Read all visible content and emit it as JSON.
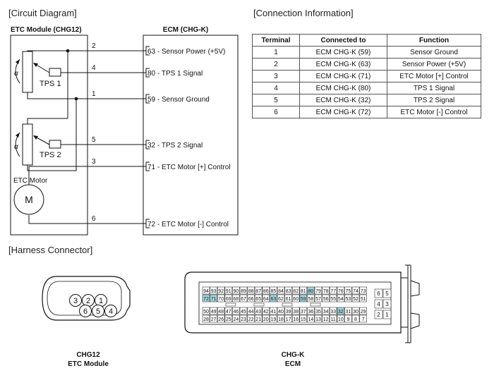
{
  "titles": {
    "circuit": "[Circuit Diagram]",
    "connection": "[Connection Information]",
    "harness": "[Harness Connector]"
  },
  "etc_module": {
    "title": "ETC Module (CHG12)",
    "tps1": "TPS 1",
    "tps2": "TPS 2",
    "alpha": "α",
    "motor_label": "ETC Motor",
    "motor_symbol": "M"
  },
  "ecm": {
    "title": "ECM (CHG-K)",
    "pins": [
      {
        "module_pin": "2",
        "text": "63 - Sensor Power (+5V)"
      },
      {
        "module_pin": "4",
        "text": "80 - TPS 1 Signal"
      },
      {
        "module_pin": "1",
        "text": "59 - Sensor Ground"
      },
      {
        "module_pin": "5",
        "text": "32 - TPS 2 Signal"
      },
      {
        "module_pin": "3",
        "text": "71 - ETC Motor [+] Control"
      },
      {
        "module_pin": "6",
        "text": "72 - ETC Motor [-] Control"
      }
    ]
  },
  "table": {
    "headers": [
      "Terminal",
      "Connected to",
      "Function"
    ],
    "rows": [
      [
        "1",
        "ECM CHG-K (59)",
        "Sensor Ground"
      ],
      [
        "2",
        "ECM CHG-K (63)",
        "Sensor Power (+5V)"
      ],
      [
        "3",
        "ECM CHG-K (71)",
        "ETC Motor [+] Control"
      ],
      [
        "4",
        "ECM CHG-K (80)",
        "TPS 1 Signal"
      ],
      [
        "5",
        "ECM CHG-K (32)",
        "TPS 2 Signal"
      ],
      [
        "6",
        "ECM CHG-K (72)",
        "ETC Motor [-] Control"
      ]
    ]
  },
  "chg12": {
    "top_pins": [
      "3",
      "2",
      "1"
    ],
    "bottom_pins": [
      "6",
      "5",
      "4"
    ],
    "caption_line1": "CHG12",
    "caption_line2": "ETC Module"
  },
  "chgk": {
    "row1": [
      "94",
      "93",
      "92",
      "91",
      "90",
      "89",
      "88",
      "87",
      "86",
      "85",
      "84",
      "83",
      "82",
      "81",
      "80",
      "79",
      "78",
      "77",
      "76",
      "75",
      "74",
      "73"
    ],
    "row2": [
      "72",
      "71",
      "70",
      "69",
      "68",
      "67",
      "66",
      "65",
      "64",
      "63",
      "62",
      "61",
      "60",
      "59",
      "58",
      "57",
      "56",
      "55",
      "54",
      "53",
      "52",
      "51"
    ],
    "row3": [
      "50",
      "49",
      "48",
      "47",
      "46",
      "45",
      "44",
      "43",
      "42",
      "41",
      "40",
      "39",
      "38",
      "37",
      "36",
      "35",
      "34",
      "33",
      "32",
      "31",
      "30",
      "29"
    ],
    "row4": [
      "28",
      "27",
      "26",
      "25",
      "24",
      "23",
      "22",
      "21",
      "20",
      "19",
      "18",
      "17",
      "16",
      "15",
      "14",
      "13",
      "12",
      "11",
      "10",
      "9",
      "8",
      "7"
    ],
    "side_top": [
      "6",
      "5"
    ],
    "side_mid": [
      "4",
      "3"
    ],
    "side_bot": [
      "2",
      "1"
    ],
    "highlighted": [
      "80",
      "72",
      "71",
      "63",
      "59",
      "32"
    ],
    "highlight_color": "#a6d7e1",
    "caption_line1": "CHG-K",
    "caption_line2": "ECM"
  }
}
